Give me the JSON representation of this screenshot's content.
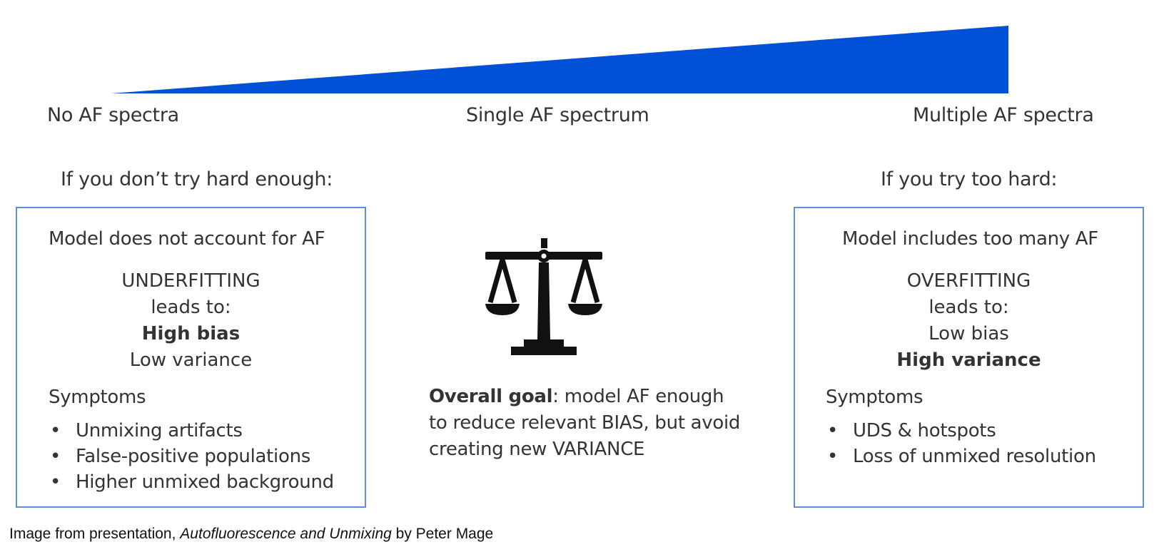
{
  "colors": {
    "wedge": "#0050d8",
    "box_border": "#5b8fd6",
    "text": "#333333",
    "scales_icon": "#111111"
  },
  "scale_labels": {
    "left": "No AF spectra",
    "middle": "Single AF spectrum",
    "right": "Multiple AF spectra"
  },
  "left_panel": {
    "heading": "If you don’t try hard enough:",
    "title": "Model does not account for AF",
    "fit_type": "UNDERFITTING",
    "leads_to": "leads to:",
    "bias": "High bias",
    "variance": "Low variance",
    "symptoms_label": "Symptoms",
    "symptoms": [
      "Unmixing artifacts",
      "False-positive populations",
      "Higher unmixed background"
    ]
  },
  "right_panel": {
    "heading": "If you try too hard:",
    "title": "Model includes too many AF",
    "fit_type": "OVERFITTING",
    "leads_to": "leads to:",
    "bias": "Low bias",
    "variance": "High variance",
    "symptoms_label": "Symptoms",
    "symptoms": [
      "UDS & hotspots",
      "Loss of unmixed resolution"
    ]
  },
  "centre": {
    "icon": "balance-scale-icon",
    "goal_label": "Overall goal",
    "goal_text": ": model AF enough to reduce relevant BIAS, but avoid creating new VARIANCE"
  },
  "bullet_glyph": "•",
  "caption": {
    "prefix": "Image from presentation, ",
    "title": "Autofluorescence and Unmixing",
    "suffix": " by Peter Mage"
  }
}
